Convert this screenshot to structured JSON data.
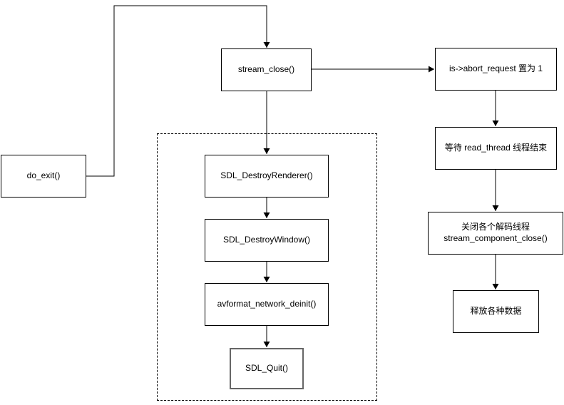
{
  "diagram": {
    "type": "flowchart",
    "colors": {
      "stroke": "#000000",
      "node_fill": "#ffffff",
      "background": "#ffffff",
      "sdl_quit_border": "#666666"
    },
    "nodes": {
      "do_exit": {
        "label": "do_exit()"
      },
      "stream_close": {
        "label": "stream_close()"
      },
      "abort_request": {
        "label": "is->abort_request 置为 1"
      },
      "wait_read_thread": {
        "label": "等待 read_thread 线程结束"
      },
      "close_decoders": {
        "label_line1": "关闭各个解码线程",
        "label_line2": "stream_component_close()"
      },
      "free_data": {
        "label": "释放各种数据"
      },
      "sdl_destroy_renderer": {
        "label": "SDL_DestroyRenderer()"
      },
      "sdl_destroy_window": {
        "label": "SDL_DestroyWindow()"
      },
      "avformat_network_deinit": {
        "label": "avformat_network_deinit()"
      },
      "sdl_quit": {
        "label": "SDL_Quit()"
      }
    },
    "edges": [
      {
        "from": "do_exit",
        "to": "stream_close"
      },
      {
        "from": "stream_close",
        "to": "abort_request"
      },
      {
        "from": "stream_close",
        "to": "sdl_destroy_renderer"
      },
      {
        "from": "abort_request",
        "to": "wait_read_thread"
      },
      {
        "from": "wait_read_thread",
        "to": "close_decoders"
      },
      {
        "from": "close_decoders",
        "to": "free_data"
      },
      {
        "from": "sdl_destroy_renderer",
        "to": "sdl_destroy_window"
      },
      {
        "from": "sdl_destroy_window",
        "to": "avformat_network_deinit"
      },
      {
        "from": "avformat_network_deinit",
        "to": "sdl_quit"
      }
    ]
  }
}
